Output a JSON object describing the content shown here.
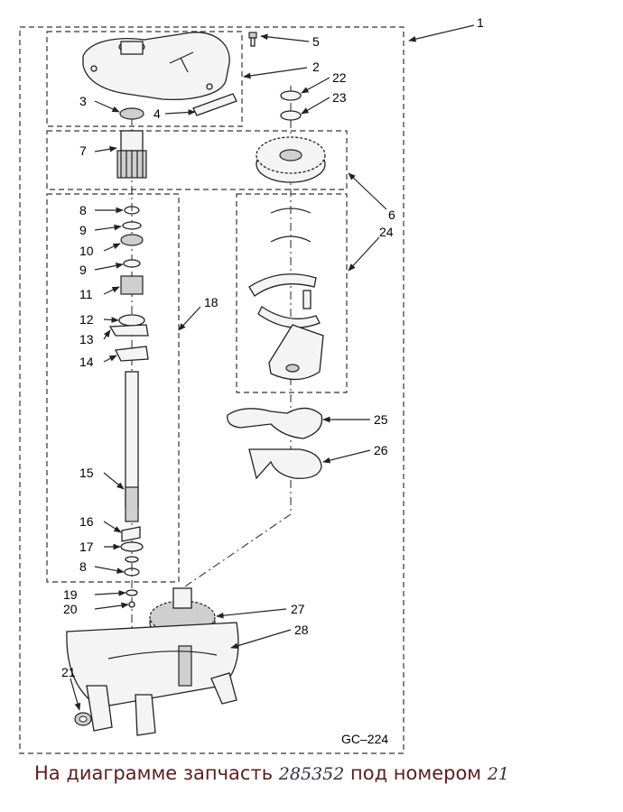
{
  "diagram": {
    "labels": [
      "1",
      "2",
      "3",
      "4",
      "5",
      "6",
      "7",
      "8",
      "9",
      "10",
      "9",
      "11",
      "12",
      "13",
      "14",
      "15",
      "16",
      "17",
      "8",
      "18",
      "19",
      "20",
      "21",
      "22",
      "23",
      "24",
      "25",
      "26",
      "27",
      "28"
    ],
    "code": "GC–224"
  },
  "caption": {
    "text_before": "На диаграмме запчасть",
    "part_number": "285352",
    "text_middle": "под номером",
    "item_number": "21"
  }
}
